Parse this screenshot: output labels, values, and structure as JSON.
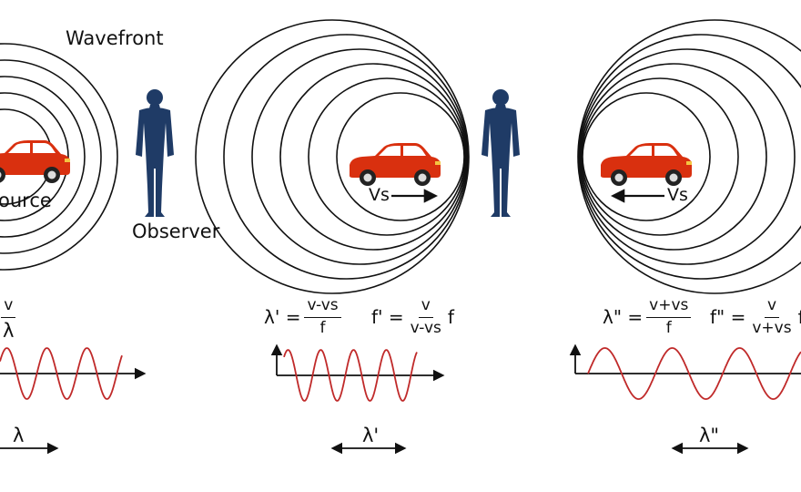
{
  "panels": {
    "left": {
      "wavefront_label": "Wavefront",
      "source_label": "ource",
      "observer_label": "Observer",
      "formula": {
        "numerator": "v",
        "denominator": "λ"
      },
      "wavelength_label": "λ"
    },
    "middle": {
      "velocity_label": "Vs",
      "formula_lambda": {
        "lhs": "λ' =",
        "numerator": "v-vs",
        "denominator": "f"
      },
      "formula_freq": {
        "lhs": "f' =",
        "numerator": "v",
        "denominator": "v-vs",
        "tail": "f"
      },
      "wavelength_label": "λ'"
    },
    "right": {
      "velocity_label": "Vs",
      "formula_lambda": {
        "lhs": "λ\" =",
        "numerator": "v+vs",
        "denominator": "f"
      },
      "formula_freq": {
        "lhs": "f\" =",
        "numerator": "v",
        "denominator": "v+vs",
        "tail": "f"
      },
      "wavelength_label": "λ\""
    }
  },
  "colors": {
    "car_body": "#d9300f",
    "car_roof": "#b82408",
    "observer": "#1f3b66",
    "wave": "#c02a2a",
    "ink": "#111111"
  },
  "icons": [
    "car-icon",
    "observer-icon",
    "arrow-right-icon",
    "arrow-left-icon"
  ]
}
